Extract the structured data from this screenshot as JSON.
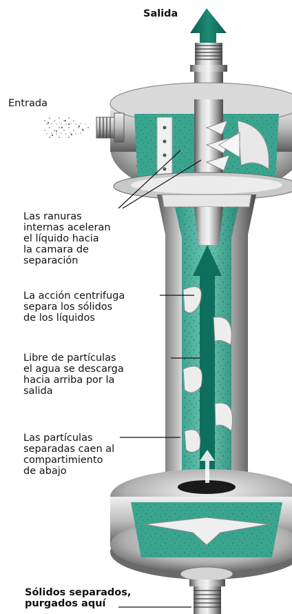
{
  "labels": {
    "outlet": "Salida",
    "inlet": "Entrada",
    "slots": "Las ranuras\ninternas aceleran\nel líquido hacia\nla camara de\nseparación",
    "centrifugal": "La acción centrifuga\nsepara los sólidos\nde los líquidos",
    "clean_water": "Libre de partículas\nel agua se descarga\nhacia arriba por la\nsalida",
    "particles": "Las partículas\nseparadas caen al\ncompartimiento\nde abajo",
    "purge": "Sólidos separados,\npurgados aquí"
  },
  "colors": {
    "teal": "#2f9a86",
    "teal_dark": "#0f6f5f",
    "teal_light": "#5fbfac",
    "steel_dark": "#4a4a4a",
    "steel_mid": "#9a9a9a",
    "steel_light": "#e6e6e6"
  }
}
